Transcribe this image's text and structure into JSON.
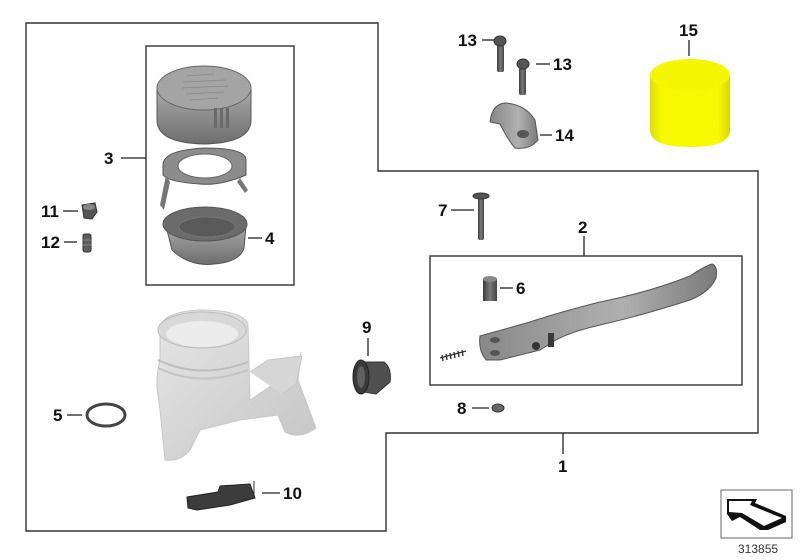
{
  "diagram": {
    "type": "exploded-parts-diagram",
    "figure_number": "313855",
    "colors": {
      "outline": "#333333",
      "part_dark": "#5a5a5a",
      "part_mid": "#8a8a8a",
      "part_light": "#d2d2d2",
      "highlight": "#f5f500"
    },
    "callouts": [
      {
        "id": "1",
        "label": "1"
      },
      {
        "id": "2",
        "label": "2"
      },
      {
        "id": "3",
        "label": "3"
      },
      {
        "id": "4",
        "label": "4"
      },
      {
        "id": "5",
        "label": "5"
      },
      {
        "id": "6",
        "label": "6"
      },
      {
        "id": "7",
        "label": "7"
      },
      {
        "id": "8",
        "label": "8"
      },
      {
        "id": "9",
        "label": "9"
      },
      {
        "id": "10",
        "label": "10"
      },
      {
        "id": "11",
        "label": "11"
      },
      {
        "id": "12",
        "label": "12"
      },
      {
        "id": "13a",
        "label": "13"
      },
      {
        "id": "13b",
        "label": "13"
      },
      {
        "id": "14",
        "label": "14"
      },
      {
        "id": "15",
        "label": "15"
      }
    ],
    "parts": [
      {
        "callout": "1",
        "icon": "master-cylinder-assembly-group"
      },
      {
        "callout": "2",
        "icon": "hand-lever-assembly-group"
      },
      {
        "callout": "3",
        "icon": "reservoir-cap-set-group"
      },
      {
        "callout": "4",
        "icon": "reservoir-diaphragm-icon"
      },
      {
        "callout": "5",
        "icon": "o-ring-icon"
      },
      {
        "callout": "6",
        "icon": "sleeve-icon"
      },
      {
        "callout": "7",
        "icon": "pivot-bolt-icon"
      },
      {
        "callout": "8",
        "icon": "nut-icon"
      },
      {
        "callout": "9",
        "icon": "rubber-boot-icon"
      },
      {
        "callout": "10",
        "icon": "brake-light-switch-icon"
      },
      {
        "callout": "11",
        "icon": "bleeder-cap-icon"
      },
      {
        "callout": "12",
        "icon": "bleeder-screw-icon"
      },
      {
        "callout": "13",
        "icon": "cap-screw-icon"
      },
      {
        "callout": "14",
        "icon": "clamp-bracket-icon"
      },
      {
        "callout": "15",
        "icon": "highlighted-cylinder-placeholder-icon"
      }
    ],
    "navigation_icon": "view-direction-arrow-icon"
  }
}
